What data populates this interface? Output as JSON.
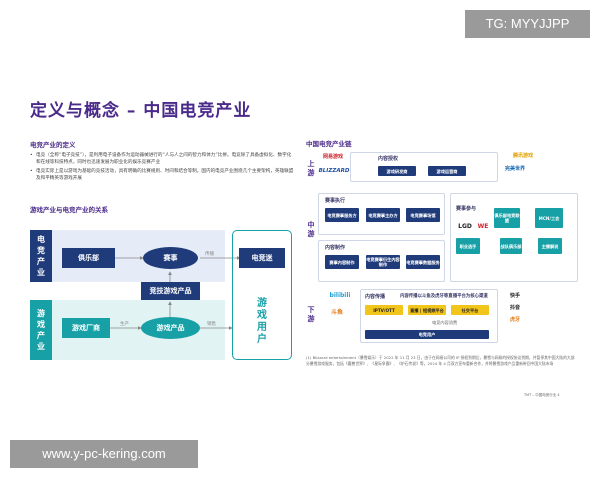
{
  "watermarks": {
    "top": "TG: MYYJJPP",
    "bottom": "www.y-pc-kering.com"
  },
  "title": "定义与概念 – 中国电竞产业",
  "definition": {
    "heading": "电竞产业的定义",
    "bullets": [
      "电竞（全称“电子竞技”），是利用电子设备作为运动器械进行的“人与人之间的智力和体力”比拼。电竞除了具备虚拟化、数字化和在线等科技特点，同时也迅速发展为职业化的娱乐竞赛产业",
      "电竞实际上是以游戏为基础的竞技活动，具有明确的比赛规则、时间和结合等制。国内的电竞产业围绕几个主要架构，英雄联盟及和平精英等游戏开展"
    ]
  },
  "relation": {
    "heading": "游戏产业与电竞产业的关系",
    "side_esports": "电竞产业",
    "side_game": "游戏产业",
    "club": "俱乐部",
    "match": "赛事",
    "fans": "电竞迷",
    "competitive_product": "竞技游戏产品",
    "publisher": "游戏厂商",
    "game_product": "游戏产品",
    "players": "游戏用户",
    "label_spread": "传播",
    "label_produce": "生产",
    "label_sell": "销售"
  },
  "chain": {
    "heading": "中国电竞产业链",
    "upstream": "上游",
    "midstream": "中游",
    "downstream": "下游",
    "content_auth": "内容授权",
    "dev_publish": "游戏研发商",
    "operator": "游戏运营商",
    "event_exec": "赛事执行",
    "event_service": "电竞赛事服务方",
    "event_host": "电竞赛事主办方",
    "event_venue": "电竞赛事场馆",
    "participation": "赛事参与",
    "club_union": "俱乐部电竞联盟",
    "mcn": "MCN/工会",
    "pro_player": "职业选手",
    "team_club": "战队俱乐部",
    "anchor": "主播解说",
    "content_make": "内容制作",
    "content_plan": "赛事内容制作",
    "content_creator": "电竞赛事衍生内容制作",
    "data_service": "电竞赛事数据服务",
    "content_spread": "内容传播",
    "spread_desc": "内容传播以斗鱼及虎牙等直播平台为核心渠道",
    "iptv": "IPTV/OTT",
    "live_platform": "直播 | 短视频平台",
    "social": "社交平台",
    "content_consume": "电竞内容消费",
    "user": "电竞用户",
    "logos": {
      "netease": "网易游戏",
      "blizzard": "BLIZZARD",
      "tencent": "腾讯游戏",
      "perfect": "完美世界",
      "kuaishou": "快手",
      "douyin": "抖音",
      "huya": "虎牙",
      "bilibili": "bilibili",
      "douyu": "斗鱼",
      "lgd": "LGD",
      "wf": "WE"
    },
    "note": "(1) Blizzard entertainment（暴雪娱乐）于 2022 年 11 月 23 日，由于在网易公司的 IP 授权到期后，暴雪与网易的授权协议到期，并暂停其中国大陆的大部分暴雪游戏服务，包括《魔兽世界》、《星际争霸》、《炉石传说》等，2024 年 4 月双方宣布重新合作，并将暴雪游戏产品重新带回中国大陆市场"
  },
  "footer": "TMT – 中国电竞行业   4",
  "colors": {
    "purple": "#4a2a8a",
    "navy": "#1f3b7a",
    "teal": "#17a1a6",
    "green": "#7ec66c",
    "yellow": "#f2c51b"
  }
}
